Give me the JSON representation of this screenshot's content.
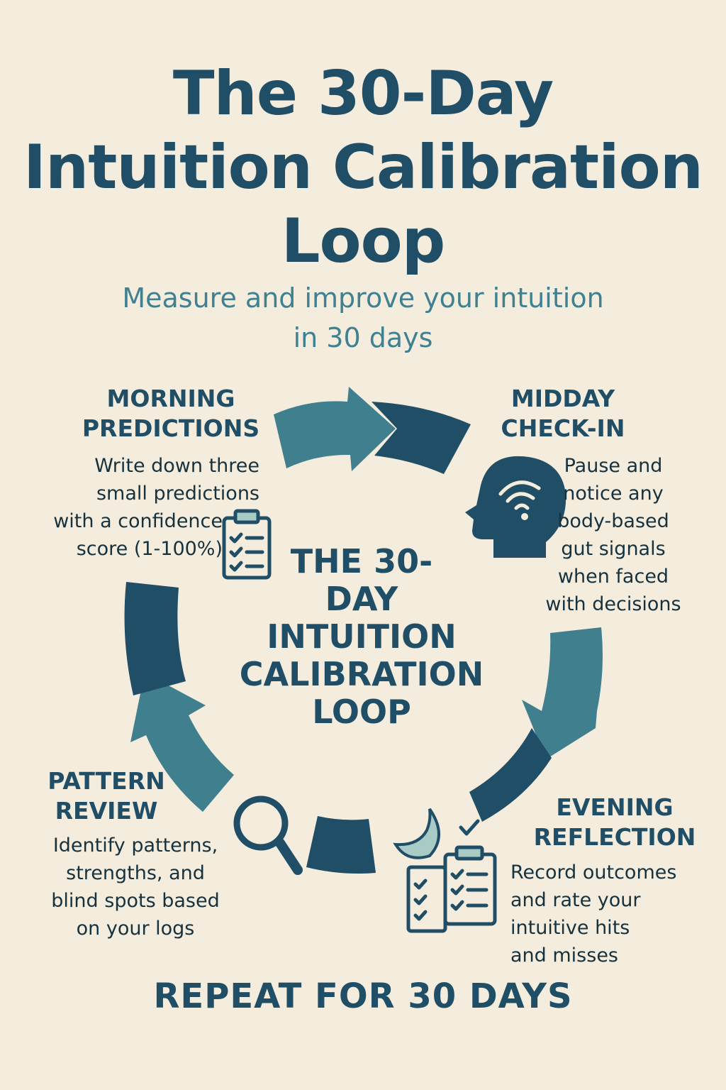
{
  "title": {
    "lines": [
      "The 30-Day",
      "Intuition Calibration",
      "Loop"
    ]
  },
  "subtitle": {
    "lines": [
      "Measure and improve your intuition",
      "in 30 days"
    ]
  },
  "center": {
    "lines": [
      "THE 30-",
      "DAY",
      "INTUITION",
      "CALIBRATION",
      "LOOP"
    ]
  },
  "steps": [
    {
      "heading": [
        "MORNING",
        "PREDICTIONS"
      ],
      "text": [
        "Write down three",
        "small predictions",
        "with a confidence",
        "score (1-100%)"
      ],
      "icon": "clipboard-checklist-icon"
    },
    {
      "heading": [
        "MIDDAY",
        "CHECK-IN"
      ],
      "text": [
        "Pause and",
        "notice any",
        "body-based",
        "gut signals",
        "when faced",
        "with decisions"
      ],
      "icon": "head-brain-icon"
    },
    {
      "heading": [
        "EVENING",
        "REFLECTION"
      ],
      "text": [
        "Record outcomes",
        "and rate your",
        "intuitive hits",
        "and misses"
      ],
      "icon": "moon-clipboards-icon"
    },
    {
      "heading": [
        "PATTERN",
        "REVIEW"
      ],
      "text": [
        "Identify patterns,",
        "strengths, and",
        "blind spots based",
        "on your logs"
      ],
      "icon": "magnifier-icon"
    }
  ],
  "footer": {
    "label": "REPEAT FOR 30 DAYS"
  },
  "colors": {
    "background": "#f4ecdc",
    "dark_teal": "#1f4e66",
    "mid_teal": "#3f7f8e",
    "light_teal": "#a9cbc6",
    "text": "#16323f"
  }
}
